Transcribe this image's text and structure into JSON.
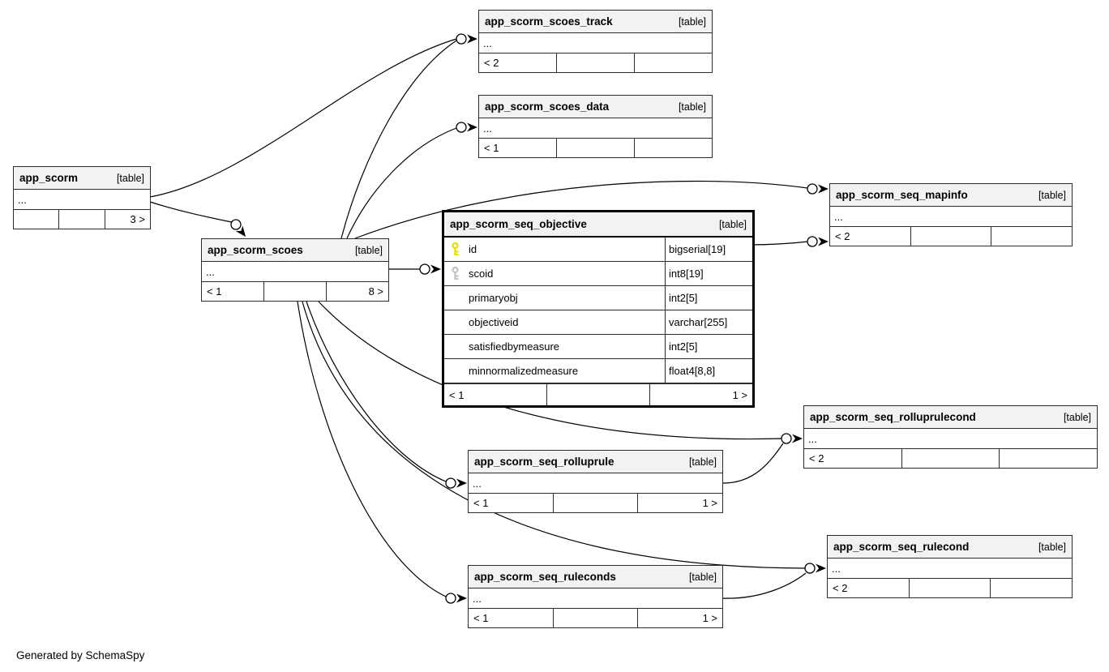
{
  "page": {
    "generator_note": "Generated by SchemaSpy"
  },
  "colors": {
    "primary_key_icon": "#dede00",
    "secondary_key_icon": "#c2c2c2",
    "table_header_bg": "#f2f2f2",
    "table_border": "#2b2b2b",
    "highlight_border": "#000000"
  },
  "tables": {
    "app_scorm": {
      "title": "app_scorm",
      "badge": "[table]",
      "elided": "...",
      "footer": [
        "",
        "",
        "3 >"
      ]
    },
    "app_scorm_scoes": {
      "title": "app_scorm_scoes",
      "badge": "[table]",
      "elided": "...",
      "footer": [
        "< 1",
        "",
        "8 >"
      ]
    },
    "app_scorm_scoes_track": {
      "title": "app_scorm_scoes_track",
      "badge": "[table]",
      "elided": "...",
      "footer": [
        "< 2",
        "",
        ""
      ]
    },
    "app_scorm_scoes_data": {
      "title": "app_scorm_scoes_data",
      "badge": "[table]",
      "elided": "...",
      "footer": [
        "< 1",
        "",
        ""
      ]
    },
    "app_scorm_seq_objective": {
      "title": "app_scorm_seq_objective",
      "badge": "[table]",
      "columns": [
        {
          "name": "id",
          "type": "bigserial[19]",
          "key": "primary"
        },
        {
          "name": "scoid",
          "type": "int8[19]",
          "key": "secondary"
        },
        {
          "name": "primaryobj",
          "type": "int2[5]",
          "key": ""
        },
        {
          "name": "objectiveid",
          "type": "varchar[255]",
          "key": ""
        },
        {
          "name": "satisfiedbymeasure",
          "type": "int2[5]",
          "key": ""
        },
        {
          "name": "minnormalizedmeasure",
          "type": "float4[8,8]",
          "key": ""
        }
      ],
      "footer": [
        "< 1",
        "",
        "1 >"
      ]
    },
    "app_scorm_seq_mapinfo": {
      "title": "app_scorm_seq_mapinfo",
      "badge": "[table]",
      "elided": "...",
      "footer": [
        "< 2",
        "",
        ""
      ]
    },
    "app_scorm_seq_rolluprulecond": {
      "title": "app_scorm_seq_rolluprulecond",
      "badge": "[table]",
      "elided": "...",
      "footer": [
        "< 2",
        "",
        ""
      ]
    },
    "app_scorm_seq_rolluprule": {
      "title": "app_scorm_seq_rolluprule",
      "badge": "[table]",
      "elided": "...",
      "footer": [
        "< 1",
        "",
        "1 >"
      ]
    },
    "app_scorm_seq_rulecond": {
      "title": "app_scorm_seq_rulecond",
      "badge": "[table]",
      "elided": "...",
      "footer": [
        "< 2",
        "",
        ""
      ]
    },
    "app_scorm_seq_ruleconds": {
      "title": "app_scorm_seq_ruleconds",
      "badge": "[table]",
      "elided": "...",
      "footer": [
        "< 1",
        "",
        "1 >"
      ]
    }
  },
  "edges": [
    {
      "from": "app_scorm",
      "to": "app_scorm_scoes_track"
    },
    {
      "from": "app_scorm_scoes",
      "to": "app_scorm_scoes_track"
    },
    {
      "from": "app_scorm",
      "to": "app_scorm_scoes"
    },
    {
      "from": "app_scorm_scoes",
      "to": "app_scorm_scoes_data"
    },
    {
      "from": "app_scorm_scoes",
      "to": "app_scorm_seq_mapinfo"
    },
    {
      "from": "app_scorm_scoes",
      "to": "app_scorm_seq_objective"
    },
    {
      "from": "app_scorm_seq_objective",
      "to": "app_scorm_seq_mapinfo"
    },
    {
      "from": "app_scorm_scoes",
      "to": "app_scorm_seq_rolluprulecond"
    },
    {
      "from": "app_scorm_scoes",
      "to": "app_scorm_seq_rolluprule"
    },
    {
      "from": "app_scorm_scoes",
      "to": "app_scorm_seq_rulecond"
    },
    {
      "from": "app_scorm_scoes",
      "to": "app_scorm_seq_ruleconds"
    },
    {
      "from": "app_scorm_seq_rolluprule",
      "to": "app_scorm_seq_rolluprulecond"
    },
    {
      "from": "app_scorm_seq_ruleconds",
      "to": "app_scorm_seq_rulecond"
    }
  ]
}
